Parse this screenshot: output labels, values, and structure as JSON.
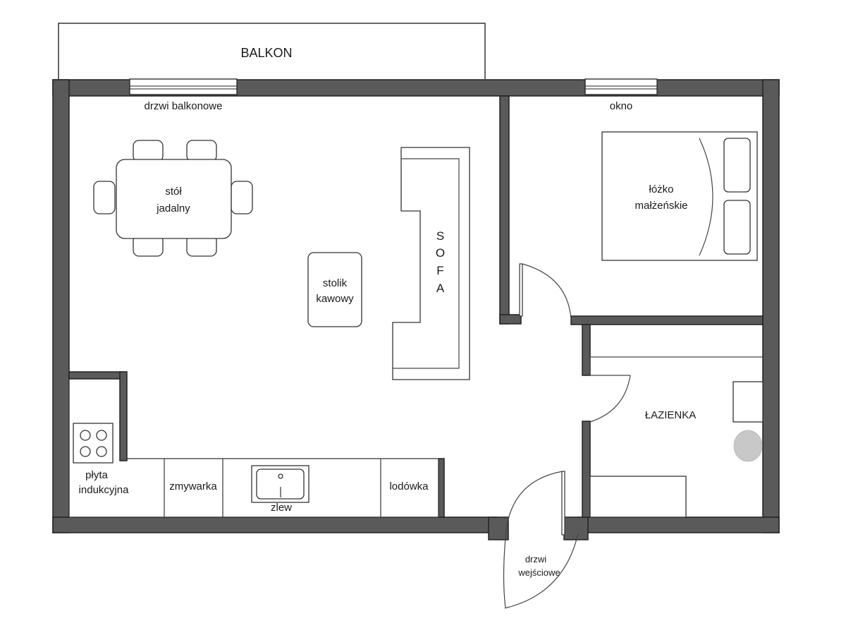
{
  "labels": {
    "balcony": "BALKON",
    "balcony_door": "drzwi balkonowe",
    "window": "okno",
    "dining_table": [
      "stół",
      "jadalny"
    ],
    "coffee_table": [
      "stolik",
      "kawowy"
    ],
    "sofa": [
      "S",
      "O",
      "F",
      "A"
    ],
    "bed": [
      "łóżko",
      "małżeńskie"
    ],
    "bathroom": "ŁAZIENKA",
    "cooktop": [
      "płyta",
      "indukcyjna"
    ],
    "dishwasher": "zmywarka",
    "sink": "zlew",
    "fridge": "lodówka",
    "entrance_door": [
      "drzwi",
      "wejściowe"
    ]
  },
  "colors": {
    "wall": "#5a5a5a",
    "wall_outline": "#222222",
    "line": "#333333",
    "toilet": "#c8c8c8"
  }
}
